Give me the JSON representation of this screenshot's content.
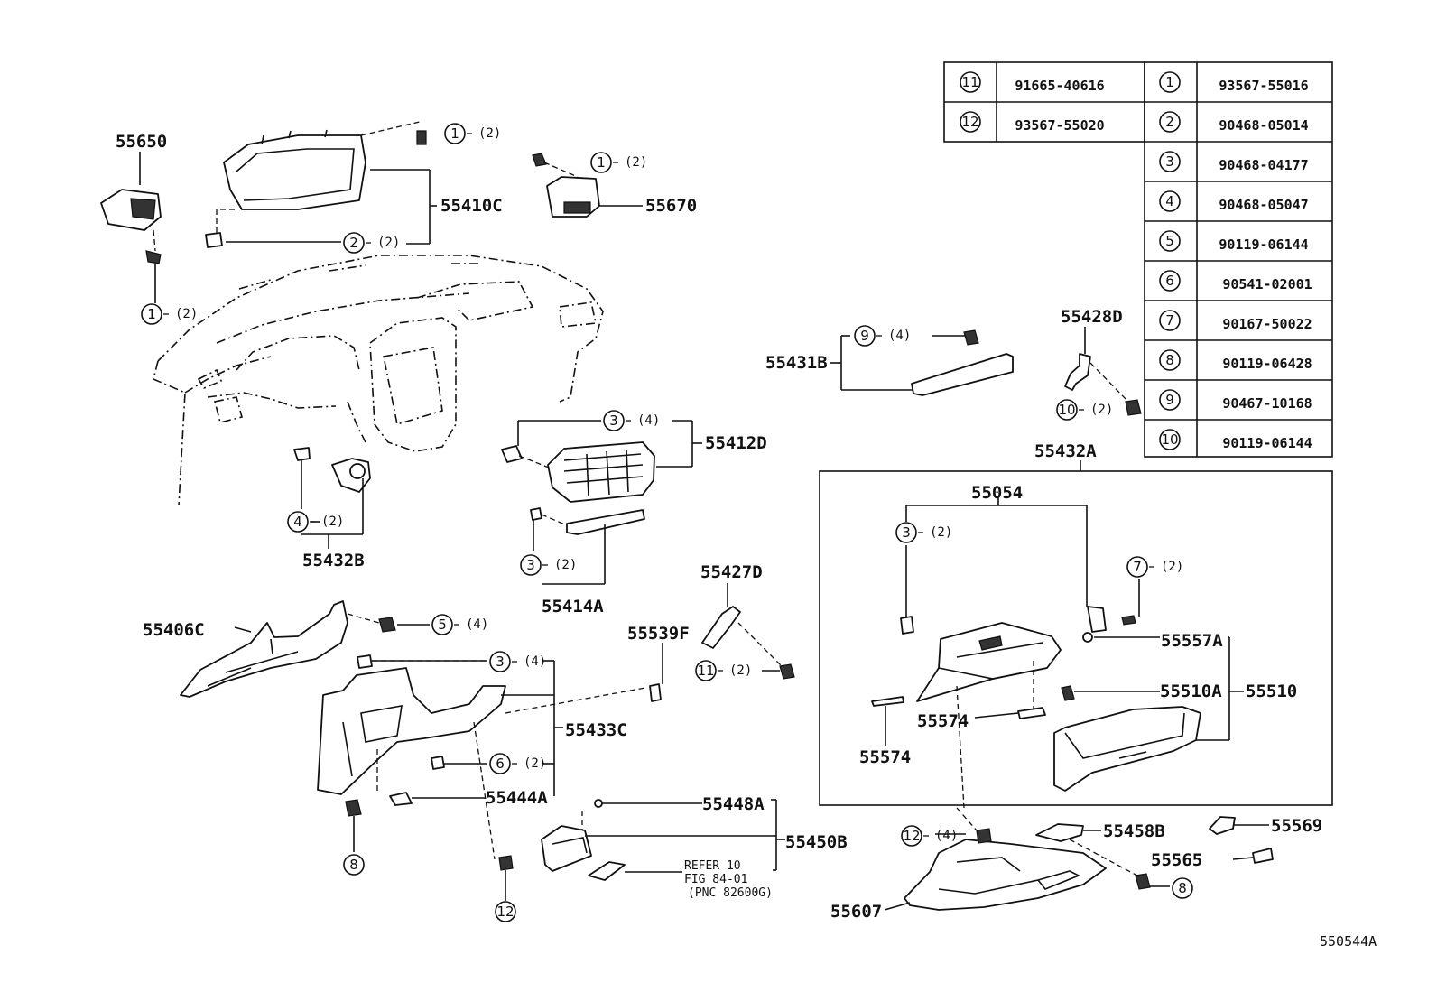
{
  "parts_table": [
    {
      "ref": "11",
      "part_no": "91665-40616"
    },
    {
      "ref": "12",
      "part_no": "93567-55020"
    },
    {
      "ref": "1",
      "part_no": "93567-55016"
    },
    {
      "ref": "2",
      "part_no": "90468-05014"
    },
    {
      "ref": "3",
      "part_no": "90468-04177"
    },
    {
      "ref": "4",
      "part_no": "90468-05047"
    },
    {
      "ref": "5",
      "part_no": "90119-06144"
    },
    {
      "ref": "6",
      "part_no": "90541-02001"
    },
    {
      "ref": "7",
      "part_no": "90167-50022"
    },
    {
      "ref": "8",
      "part_no": "90119-06428"
    },
    {
      "ref": "9",
      "part_no": "90467-10168"
    },
    {
      "ref": "10",
      "part_no": "90119-06144"
    }
  ],
  "part_labels": [
    "55650",
    "55410C",
    "55670",
    "55412D",
    "55432B",
    "55414A",
    "55431B",
    "55428D",
    "55432A",
    "55054",
    "55406C",
    "55433C",
    "55444A",
    "55539F",
    "55427D",
    "55557A",
    "55510A",
    "55510",
    "55574",
    "55574",
    "55448A",
    "55450B",
    "55458B",
    "55569",
    "55565",
    "55607"
  ],
  "fastener_callouts": [
    {
      "ref": "1",
      "qty": "(2)"
    },
    {
      "ref": "1",
      "qty": "(2)"
    },
    {
      "ref": "2",
      "qty": "(2)"
    },
    {
      "ref": "1",
      "qty": "(2)"
    },
    {
      "ref": "3",
      "qty": "(4)"
    },
    {
      "ref": "4",
      "qty": "(2)"
    },
    {
      "ref": "3",
      "qty": "(2)"
    },
    {
      "ref": "9",
      "qty": "(4)"
    },
    {
      "ref": "10",
      "qty": "(2)"
    },
    {
      "ref": "3",
      "qty": "(2)"
    },
    {
      "ref": "7",
      "qty": "(2)"
    },
    {
      "ref": "5",
      "qty": "(4)"
    },
    {
      "ref": "3",
      "qty": "(4)"
    },
    {
      "ref": "6",
      "qty": "(2)"
    },
    {
      "ref": "11",
      "qty": "(2)"
    },
    {
      "ref": "12",
      "qty": "(4)"
    },
    {
      "ref": "8",
      "qty": ""
    },
    {
      "ref": "12",
      "qty": ""
    },
    {
      "ref": "8",
      "qty": ""
    }
  ],
  "refer_note": [
    "REFER 10",
    "FIG 84-01",
    "(PNC 82600G)"
  ],
  "figure_code": "550544A"
}
